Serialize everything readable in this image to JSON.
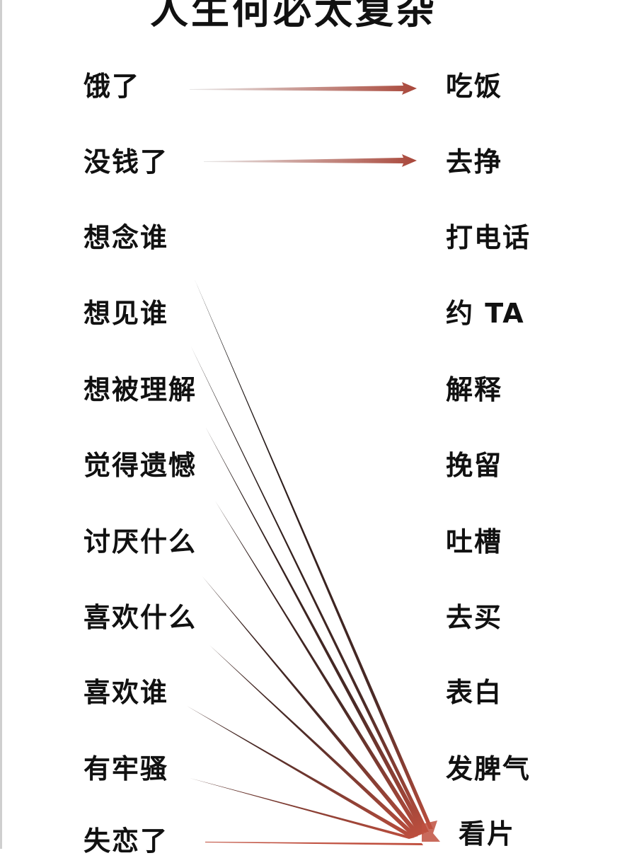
{
  "title": "人生何必太复杂",
  "rows": [
    {
      "problem": "饿了",
      "action": "吃饭"
    },
    {
      "problem": "没钱了",
      "action": "去挣"
    },
    {
      "problem": "想念谁",
      "action": "打电话"
    },
    {
      "problem": "想见谁",
      "action": "约 TA"
    },
    {
      "problem": "想被理解",
      "action": "解释"
    },
    {
      "problem": "觉得遗憾",
      "action": "挽留"
    },
    {
      "problem": "讨厌什么",
      "action": "吐槽"
    },
    {
      "problem": "喜欢什么",
      "action": "去买"
    },
    {
      "problem": "喜欢谁",
      "action": "表白"
    },
    {
      "problem": "有牢骚",
      "action": "发脾气"
    },
    {
      "problem": "失恋了",
      "action": "看片"
    }
  ],
  "colors": {
    "arrow_start": "#e8e8e8",
    "arrow_end": "#a9473a",
    "line_dark": "#111111",
    "line_warm": "#c0503f"
  }
}
